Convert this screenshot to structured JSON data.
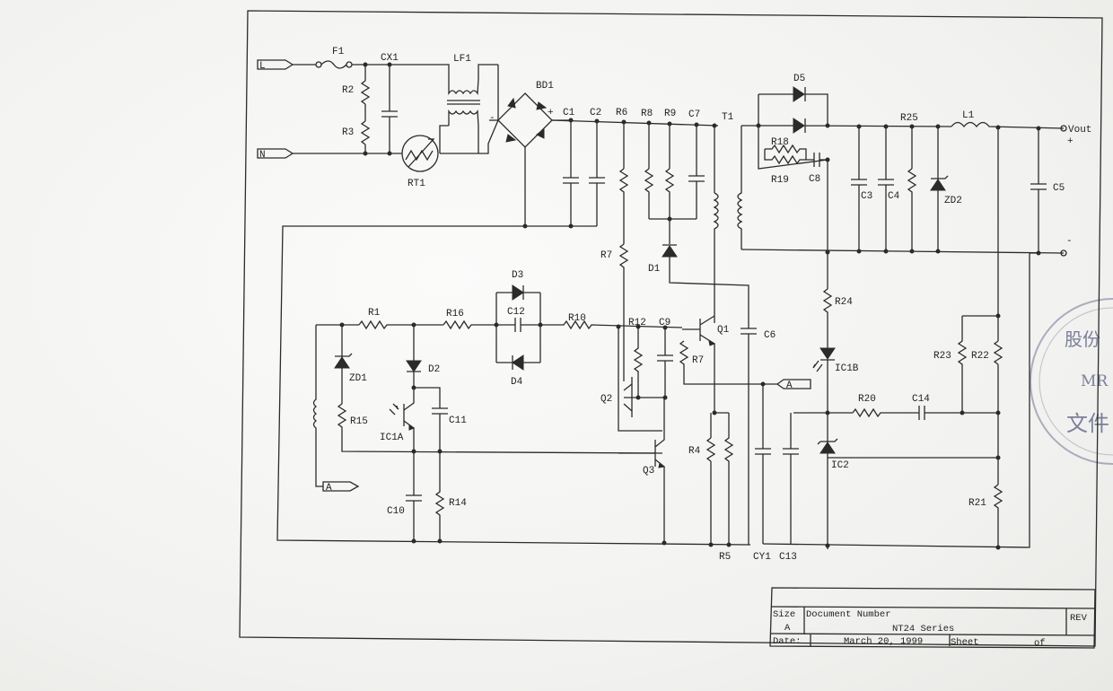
{
  "labels": {
    "L": "L",
    "N": "N",
    "F1": "F1",
    "CX1": "CX1",
    "LF1": "LF1",
    "BD1": "BD1",
    "R2": "R2",
    "R3": "R3",
    "RT1": "RT1",
    "C1": "C1",
    "C2": "C2",
    "R6": "R6",
    "R8": "R8",
    "R9": "R9",
    "C7": "C7",
    "T1": "T1",
    "D5": "D5",
    "R18": "R18",
    "R19": "R19",
    "C8": "C8",
    "R25": "R25",
    "L1": "L1",
    "Vout": "Vout",
    "plus": "+",
    "minus": "-",
    "C3": "C3",
    "C4": "C4",
    "ZD2": "ZD2",
    "C5": "C5",
    "R7a": "R7",
    "D1": "D1",
    "D3": "D3",
    "R1": "R1",
    "R16": "R16",
    "C12": "C12",
    "R10": "R10",
    "R12": "R12",
    "C9": "C9",
    "Q1": "Q1",
    "C6": "C6",
    "R24": "R24",
    "IC1B": "IC1B",
    "ZD1": "ZD1",
    "D2": "D2",
    "D4": "D4",
    "R7b": "R7",
    "A1": "A",
    "R23": "R23",
    "R22": "R22",
    "R20": "R20",
    "C14": "C14",
    "Q2": "Q2",
    "C11": "C11",
    "R15": "R15",
    "IC1A": "IC1A",
    "Q3": "Q3",
    "R4": "R4",
    "IC2": "IC2",
    "A2": "A",
    "C10": "C10",
    "R14": "R14",
    "R21": "R21",
    "R5": "R5",
    "CY1": "CY1",
    "C13": "C13"
  },
  "title_block": {
    "size_label": "Size",
    "size_value": "A",
    "docnum_label": "Document Number",
    "docnum_value": "NT24 Series",
    "rev_label": "REV",
    "date_label": "Date:",
    "date_value": "March 20, 1999",
    "sheet_label": "Sheet",
    "of_label": "of"
  },
  "stamp": {
    "line1": "股份",
    "line2": "MR",
    "line3": "文件"
  },
  "colors": {
    "ink": "#2b2b2b",
    "paper": "#f3f3f1",
    "stamp": "#7b7f9a"
  }
}
